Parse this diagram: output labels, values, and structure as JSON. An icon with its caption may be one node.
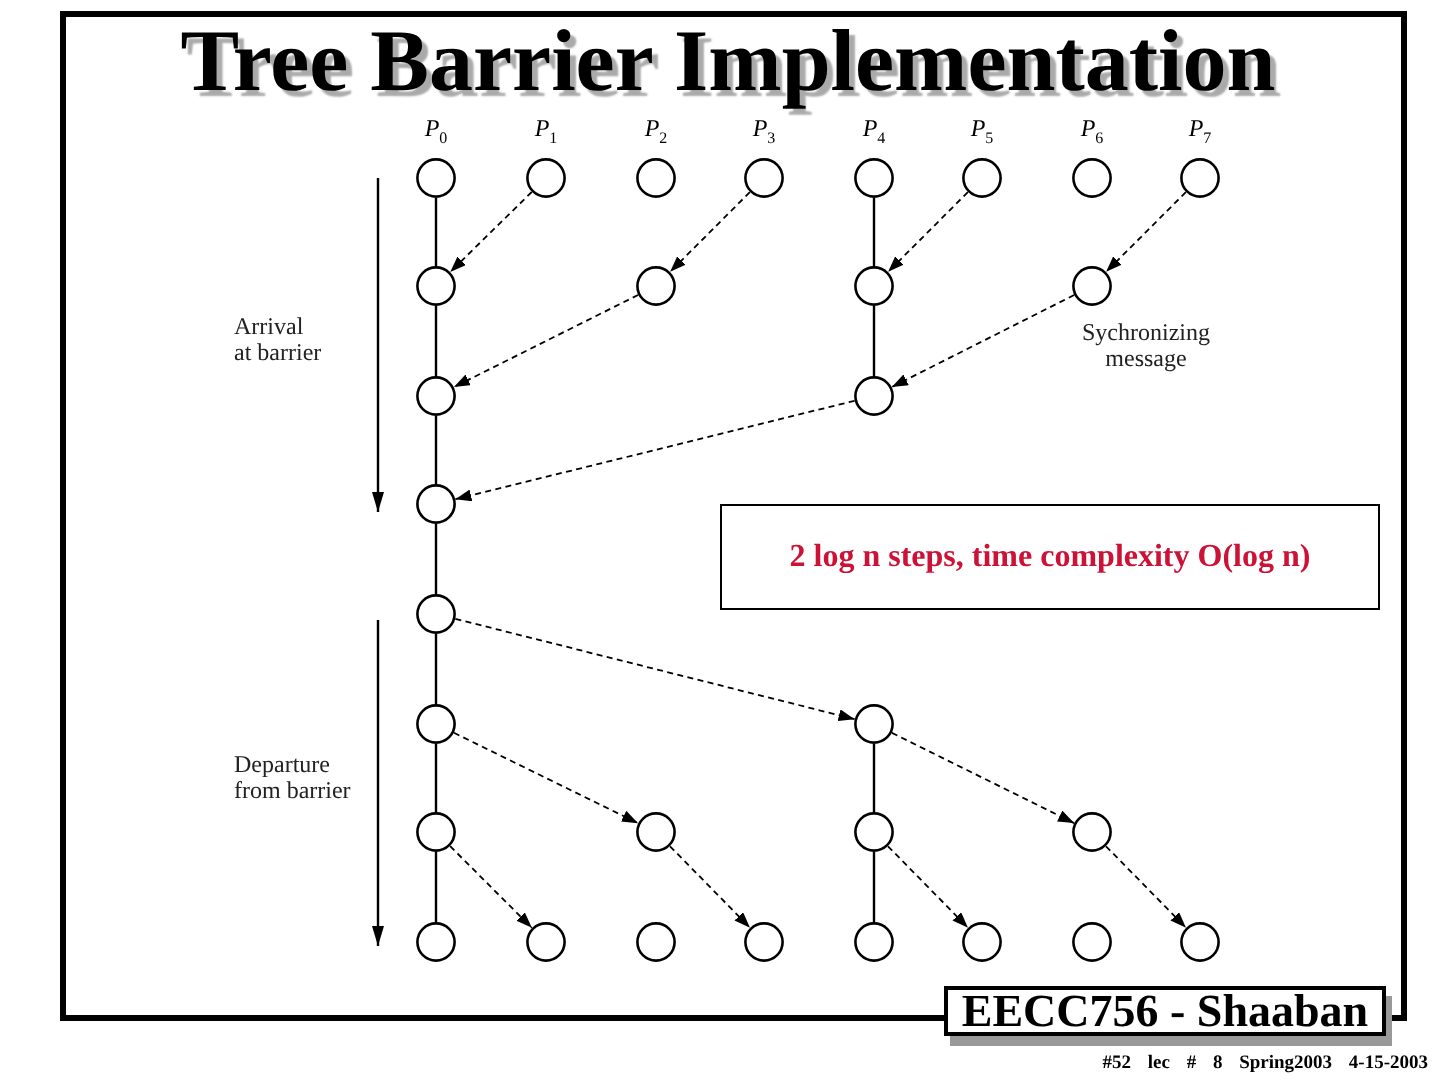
{
  "diagram": {
    "title": "Tree Barrier Implementation",
    "nodes": [
      {
        "text": [],
        "shape": "circle",
        "beside": [
          "P$_{0}$"
        ]
      },
      {
        "text": [],
        "shape": "circle",
        "beside": [
          "P$_{1}$"
        ]
      },
      {
        "text": [],
        "shape": "circle",
        "beside": [
          "P$_{2}$"
        ]
      },
      {
        "text": [],
        "shape": "circle",
        "beside": [
          "P$_{3}$"
        ]
      },
      {
        "text": [],
        "shape": "circle",
        "beside": [
          "P$_{4}$"
        ]
      },
      {
        "text": [],
        "shape": "circle",
        "beside": [
          "P$_{5}$"
        ]
      },
      {
        "text": [],
        "shape": "circle",
        "beside": [
          "P$_{6}$"
        ]
      },
      {
        "text": [],
        "shape": "circle",
        "beside": [
          "P$_{7}$"
        ]
      },
      {
        "text": [],
        "shape": "circle"
      },
      {
        "text": [],
        "shape": "circle"
      },
      {
        "text": [],
        "shape": "circle"
      },
      {
        "text": [],
        "shape": "circle"
      },
      {
        "text": [],
        "shape": "circle"
      },
      {
        "text": [],
        "shape": "circle"
      },
      {
        "text": [],
        "shape": "circle"
      },
      {
        "text": [
          "2 log n steps, time complexity O(log n)"
        ]
      },
      {
        "text": [],
        "shape": "circle"
      },
      {
        "text": [],
        "shape": "circle"
      },
      {
        "text": [],
        "shape": "circle"
      },
      {
        "text": [],
        "shape": "circle"
      },
      {
        "text": [],
        "shape": "circle"
      },
      {
        "text": [],
        "shape": "circle"
      },
      {
        "text": [],
        "shape": "circle"
      },
      {
        "text": [],
        "shape": "circle"
      },
      {
        "text": [],
        "shape": "circle"
      },
      {
        "text": [],
        "shape": "circle"
      },
      {
        "text": [],
        "shape": "circle"
      },
      {
        "text": [],
        "shape": "circle"
      },
      {
        "text": [],
        "shape": "circle"
      },
      {
        "text": [],
        "shape": "circle"
      },
      {
        "text": [],
        "shape": "circle"
      },
      {
        "text": [
          "EECC756 - Shaaban"
        ]
      }
    ],
    "edges": [
      {
        "from": 0,
        "to": 8,
        "arrow": "none"
      },
      {
        "from": 1,
        "to": 8,
        "arrow": "to",
        "style": "dashed"
      },
      {
        "from": 3,
        "to": 9,
        "arrow": "to",
        "style": "dashed"
      },
      {
        "from": 4,
        "to": 10,
        "arrow": "none"
      },
      {
        "from": 5,
        "to": 10,
        "arrow": "to",
        "style": "dashed"
      },
      {
        "from": 7,
        "to": 11,
        "arrow": "to",
        "style": "dashed"
      },
      {
        "from": 8,
        "to": 12,
        "arrow": "none"
      },
      {
        "from": 9,
        "to": 12,
        "arrow": "to",
        "style": "dashed"
      },
      {
        "from": 10,
        "to": 13,
        "arrow": "none"
      },
      {
        "from": 11,
        "to": 13,
        "arrow": "to",
        "style": "dashed"
      },
      {
        "from": 12,
        "to": 14,
        "arrow": "none"
      },
      {
        "from": 13,
        "to": 14,
        "arrow": "to",
        "style": "dashed"
      },
      {
        "from": 14,
        "to": 16,
        "arrow": "none"
      },
      {
        "from": 16,
        "to": 17,
        "arrow": "none"
      },
      {
        "from": 16,
        "to": 18,
        "arrow": "to",
        "style": "dashed"
      },
      {
        "from": 17,
        "to": 19,
        "arrow": "none"
      },
      {
        "from": 17,
        "to": 20,
        "arrow": "to",
        "style": "dashed"
      },
      {
        "from": 18,
        "to": 21,
        "arrow": "none"
      },
      {
        "from": 18,
        "to": 22,
        "arrow": "to",
        "style": "dashed"
      },
      {
        "from": 19,
        "to": 23,
        "arrow": "none"
      },
      {
        "from": 19,
        "to": 24,
        "arrow": "to",
        "style": "dashed"
      },
      {
        "from": 20,
        "to": 26,
        "arrow": "to",
        "style": "dashed"
      },
      {
        "from": 21,
        "to": 27,
        "arrow": "none"
      },
      {
        "from": 21,
        "to": 28,
        "arrow": "to",
        "style": "dashed"
      },
      {
        "from": 22,
        "to": 30,
        "arrow": "to",
        "style": "dashed"
      }
    ],
    "labels": [
      "Arrival at barrier",
      "Sychronizing message",
      "Departure from barrier",
      "#52 lec # 8 Spring2003 4-15-2003"
    ]
  }
}
